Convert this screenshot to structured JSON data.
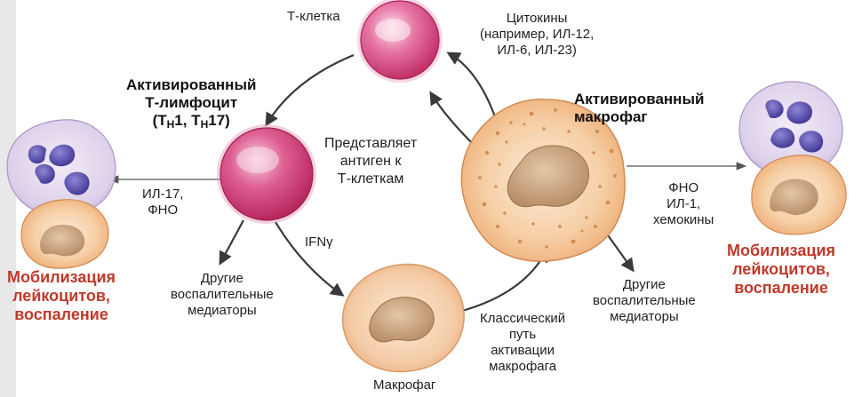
{
  "labels": {
    "t_cell": "Т-клетка",
    "cytokines_1": "Цитокины",
    "cytokines_2": "(например, ИЛ-12,",
    "cytokines_3": "ИЛ-6,  ИЛ-23)",
    "act_lymph_1": "Активированный",
    "act_lymph_2": "Т-лимфоцит",
    "act_lymph_3a": "(Т",
    "act_lymph_3b": "Н",
    "act_lymph_3c": "1, Т",
    "act_lymph_3d": "Н",
    "act_lymph_3e": "17)",
    "presents_1": "Представляет",
    "presents_2": "антиген к",
    "presents_3": "Т-клеткам",
    "act_macro_1": "Активированный",
    "act_macro_2": "макрофаг",
    "il17_1": "ИЛ-17,",
    "il17_2": "ФНО",
    "tnf_right_1": "ФНО",
    "tnf_right_2": "ИЛ-1,",
    "tnf_right_3": "хемокины",
    "ifn": "IFNγ",
    "other_left_1": "Другие",
    "other_left_2": "воспалительные",
    "other_left_3": "медиаторы",
    "other_right_1": "Другие",
    "other_right_2": "воспалительные",
    "other_right_3": "медиаторы",
    "classic_1": "Классический",
    "classic_2": "путь",
    "classic_3": "активации",
    "classic_4": "макрофага",
    "macrophage": "Макрофаг",
    "mob_left_1": "Мобилизация",
    "mob_left_2": "лейкоцитов,",
    "mob_left_3": "воспаление",
    "mob_right_1": "Мобилизация",
    "mob_right_2": "лейкоцитов,",
    "mob_right_3": "воспаление"
  },
  "colors": {
    "t_cell": "#d9437e",
    "macrophage": "#f2c7a0",
    "nucleus": "#c9a27f",
    "neutrophil": "#e6dcef",
    "neutrophil_nucleus": "#5a4ea8",
    "arrow": "#3a3a3a",
    "mobilization_text": "#c0392b"
  }
}
